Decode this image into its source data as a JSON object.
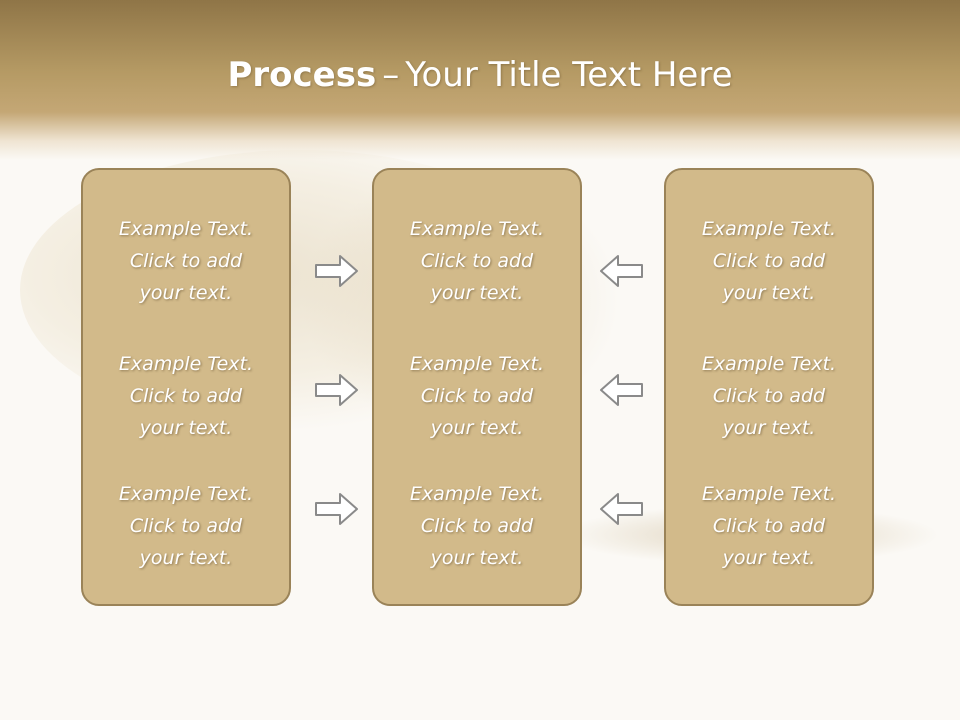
{
  "slide": {
    "title_bold": "Process",
    "title_separator": "–",
    "title_rest": "Your Title Text Here"
  },
  "colors": {
    "header": "#b59a64",
    "card_fill": "#d2ba8a",
    "card_border": "#9a8358",
    "arrow_fill": "#ffffff",
    "arrow_stroke": "#8a8a8a"
  },
  "cards": [
    {
      "blocks": [
        {
          "line1": "Example Text.",
          "line2": "Click  to add",
          "line3": "your text."
        },
        {
          "line1": "Example Text.",
          "line2": "Click  to add",
          "line3": "your text."
        },
        {
          "line1": "Example Text.",
          "line2": "Click  to add",
          "line3": "your text."
        }
      ]
    },
    {
      "blocks": [
        {
          "line1": "Example Text.",
          "line2": "Click  to add",
          "line3": "your text."
        },
        {
          "line1": "Example Text.",
          "line2": "Click  to add",
          "line3": "your text."
        },
        {
          "line1": "Example Text.",
          "line2": "Click  to add",
          "line3": "your text."
        }
      ]
    },
    {
      "blocks": [
        {
          "line1": "Example Text.",
          "line2": "Click  to add",
          "line3": "your text."
        },
        {
          "line1": "Example Text.",
          "line2": "Click  to add",
          "line3": "your text."
        },
        {
          "line1": "Example Text.",
          "line2": "Click  to add",
          "line3": "your text."
        }
      ]
    }
  ],
  "arrows": {
    "left_column_icon": "arrow-right-icon",
    "right_column_icon": "arrow-left-icon"
  }
}
